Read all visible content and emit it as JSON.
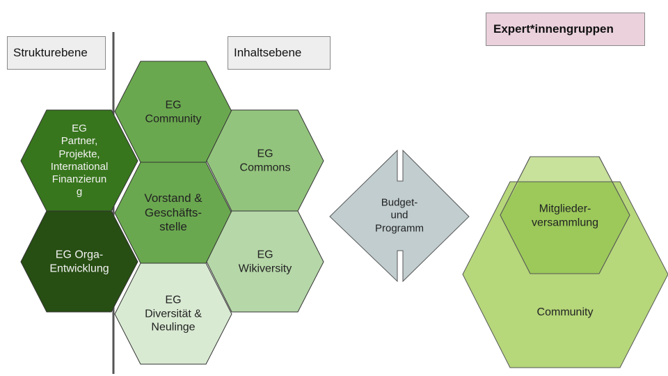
{
  "labels": {
    "struktur": "Strukturebene",
    "inhalt": "Inhaltsebene",
    "expert": "Expert*innengruppen"
  },
  "hexes": {
    "community": [
      "EG",
      "Community"
    ],
    "partner": [
      "EG",
      "Partner,",
      "Projekte,",
      "International",
      "Finanzierun",
      "g"
    ],
    "commons": [
      "EG",
      "Commons"
    ],
    "vorstand": [
      "Vorstand &",
      "Geschäfts-",
      "stelle"
    ],
    "orga": [
      "EG Orga-",
      "Entwicklung"
    ],
    "wikiversity": [
      "EG",
      "Wikiversity"
    ],
    "diversitaet": [
      "EG",
      "Diversität &",
      "Neulinge"
    ]
  },
  "connector": [
    "Budget-",
    "und",
    "Programm"
  ],
  "right": {
    "mitglieder": [
      "Mitglieder-",
      "versammlung"
    ],
    "community": "Community"
  },
  "colors": {
    "partner": "#38761d",
    "orga": "#274e13",
    "community": "#6aa84f",
    "vorstand": "#6aa84f",
    "commons": "#93c47d",
    "wikiversity": "#b6d7a8",
    "diversitaet": "#d9ead3",
    "connector": "#c1cdcf",
    "right_big": "#b6d77a",
    "right_small": "#9cc95a"
  }
}
